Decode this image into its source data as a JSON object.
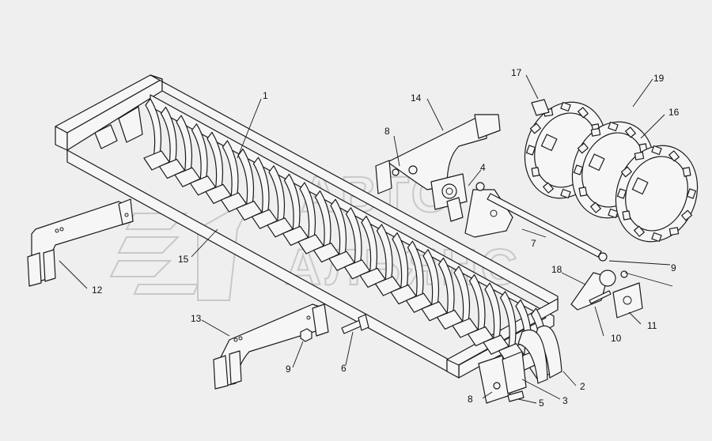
{
  "watermark": {
    "line1": "АВТО",
    "line2": "АЛЬЯНС"
  },
  "callouts": [
    {
      "id": "c1",
      "text": "1"
    },
    {
      "id": "c2",
      "text": "2"
    },
    {
      "id": "c3",
      "text": "3"
    },
    {
      "id": "c4",
      "text": "4"
    },
    {
      "id": "c5",
      "text": "5"
    },
    {
      "id": "c6",
      "text": "6"
    },
    {
      "id": "c7",
      "text": "7"
    },
    {
      "id": "c8a",
      "text": "8"
    },
    {
      "id": "c8b",
      "text": "8"
    },
    {
      "id": "c9a",
      "text": "9"
    },
    {
      "id": "c9b",
      "text": "9"
    },
    {
      "id": "c10",
      "text": "10"
    },
    {
      "id": "c11",
      "text": "11"
    },
    {
      "id": "c12",
      "text": "12"
    },
    {
      "id": "c13",
      "text": "13"
    },
    {
      "id": "c14",
      "text": "14"
    },
    {
      "id": "c15",
      "text": "15"
    },
    {
      "id": "c16",
      "text": "16"
    },
    {
      "id": "c17",
      "text": "17"
    },
    {
      "id": "c18",
      "text": "18"
    },
    {
      "id": "c19",
      "text": "19"
    }
  ]
}
